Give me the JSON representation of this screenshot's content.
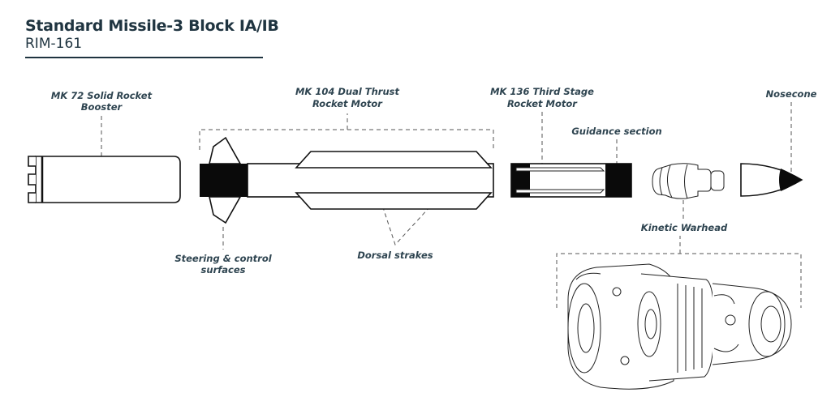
{
  "header": {
    "title": "Standard Missile-3 Block IA/IB",
    "subtitle": "RIM-161"
  },
  "labels": {
    "booster": [
      "MK 72 Solid Rocket",
      "Booster"
    ],
    "dual_thrust": [
      "MK 104 Dual Thrust",
      "Rocket Motor"
    ],
    "third_stage": [
      "MK 136 Third Stage",
      "Rocket Motor"
    ],
    "guidance": "Guidance section",
    "nosecone": "Nosecone",
    "kinetic_warhead": "Kinetic Warhead",
    "steering": [
      "Steering & control",
      "surfaces"
    ],
    "dorsal": "Dorsal strakes"
  }
}
